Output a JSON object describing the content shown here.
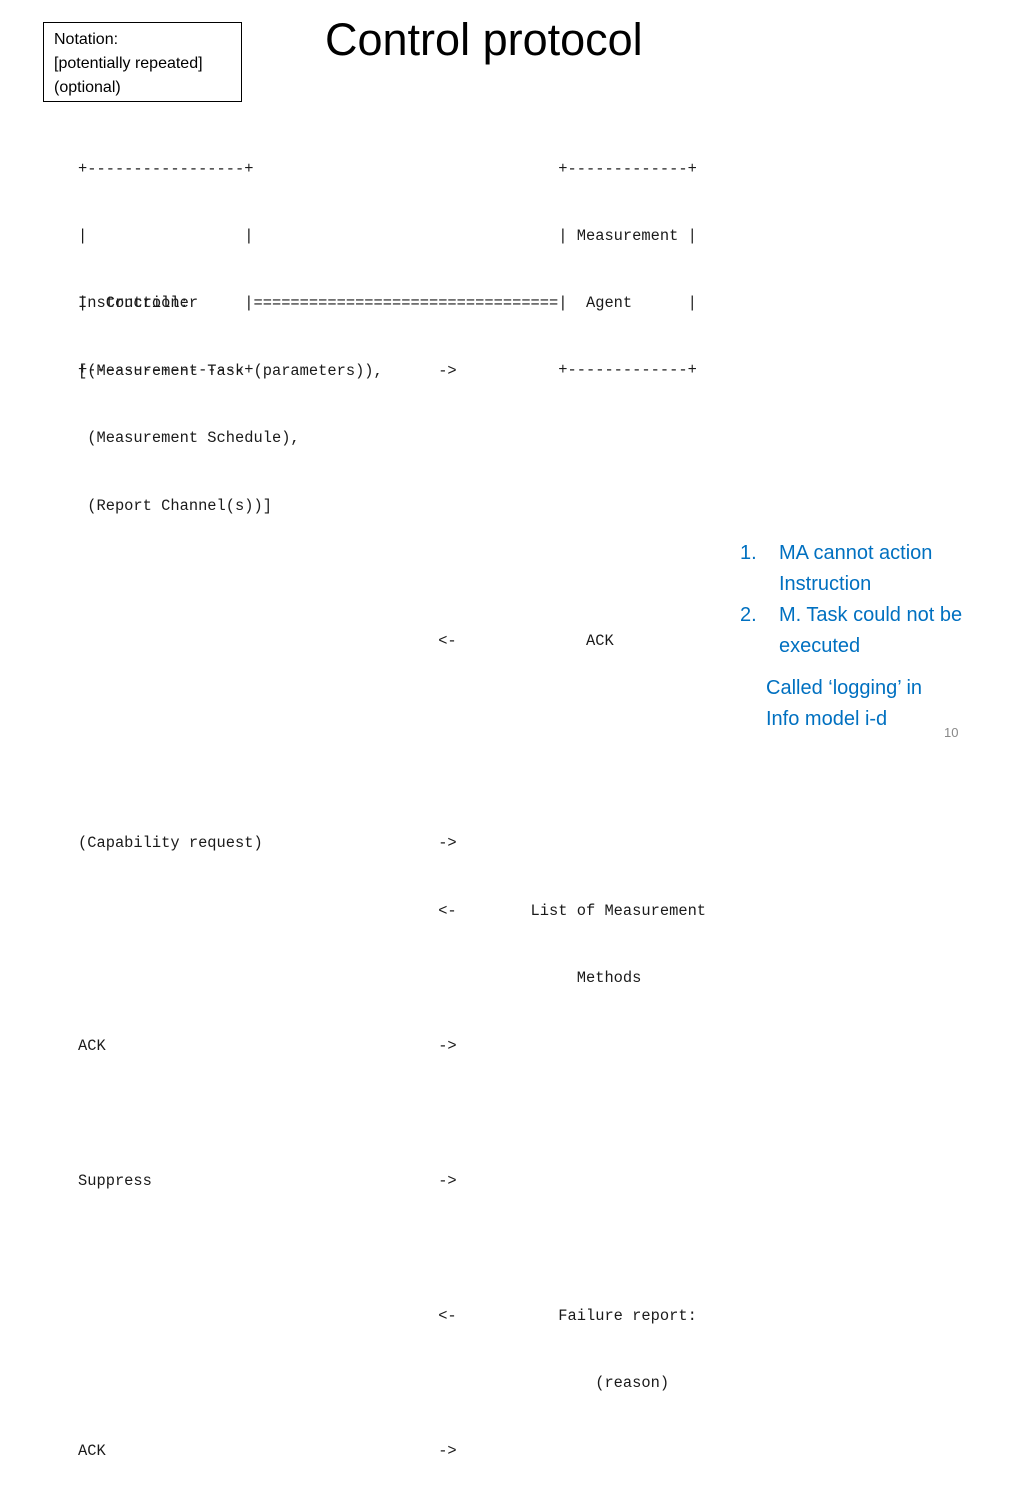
{
  "notation": {
    "lines": [
      "Notation:",
      "[potentially repeated]",
      "(optional)"
    ]
  },
  "title": "Control protocol",
  "diagram": {
    "lines": [
      "+-----------------+                                 +-------------+",
      "|                 |                                 | Measurement |",
      "|  Controller     |=================================|  Agent      |",
      "+-----------------+                                 +-------------+"
    ]
  },
  "exchange": {
    "lines": [
      "Instruction:",
      "[(Measurement Task (parameters)),      ->",
      " (Measurement Schedule),",
      " (Report Channel(s))]",
      "",
      "                                       <-              ACK",
      "",
      "",
      "(Capability request)                   ->",
      "                                       <-        List of Measurement",
      "                                                      Methods",
      "ACK                                    ->",
      "",
      "Suppress                               ->",
      "",
      "                                       <-           Failure report:",
      "                                                        (reason)",
      "ACK                                    ->"
    ]
  },
  "reasons": {
    "items": [
      {
        "number": "1.",
        "text": "MA cannot action Instruction"
      },
      {
        "number": "2.",
        "text": "M. Task could not be executed"
      }
    ]
  },
  "note": {
    "lines": [
      "Called ‘logging’ in",
      "Info model i-d"
    ]
  },
  "page_number": "10",
  "colors": {
    "accent_text": "#0070c0",
    "body_text": "#000000",
    "page_number": "#888888"
  }
}
